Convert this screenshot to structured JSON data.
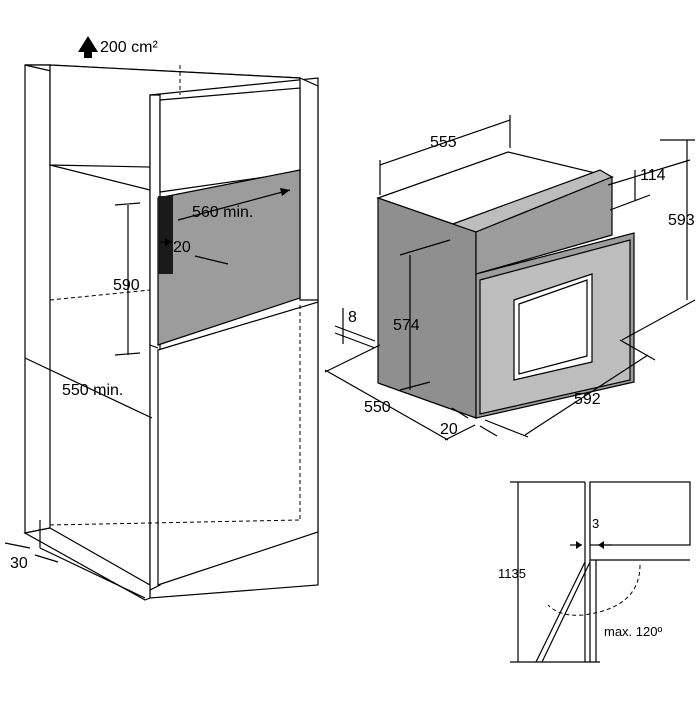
{
  "labels": {
    "ventilation": "200 cm²",
    "niche_width": "560 min.",
    "gap_20": "20",
    "niche_height": "590",
    "cabinet_depth": "550 min.",
    "base_30": "30",
    "oven_width_top": "555",
    "panel_114": "114",
    "oven_height": "593",
    "body_height": "574",
    "offset_8": "8",
    "oven_depth": "550",
    "door_20": "20",
    "front_width": "592",
    "door_3": "3",
    "height_1135": "1135",
    "door_angle": "max. 120º"
  }
}
